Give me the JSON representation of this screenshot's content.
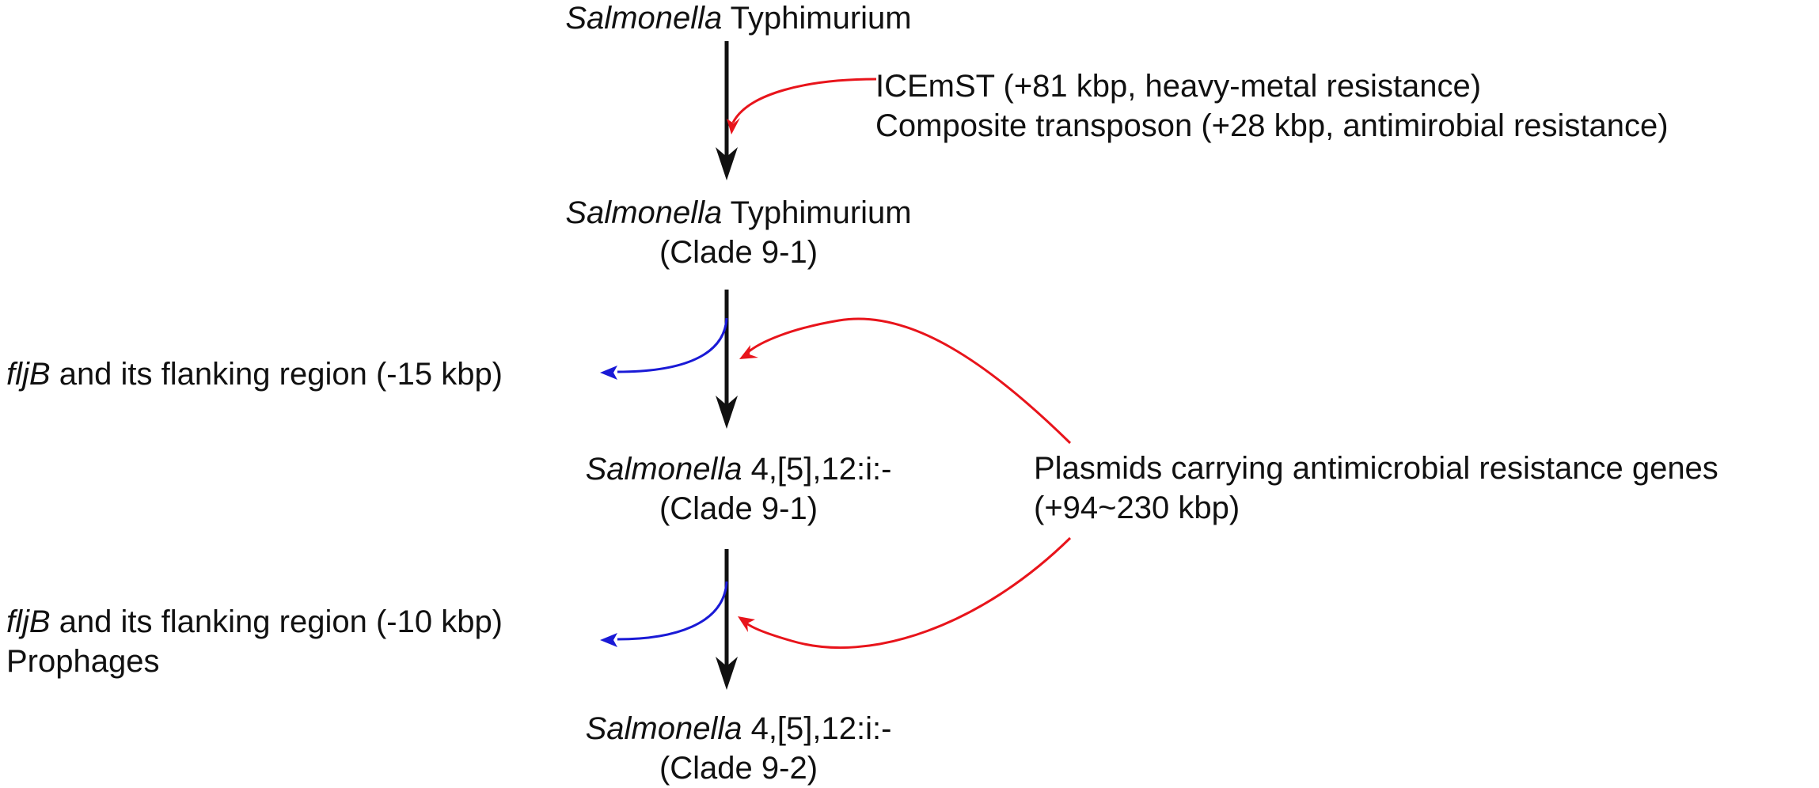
{
  "strains": [
    {
      "italic": "Salmonella",
      "rest": " Typhimurium",
      "clade": ""
    },
    {
      "italic": "Salmonella",
      "rest": " Typhimurium",
      "clade": "(Clade 9-1)"
    },
    {
      "italic": "Salmonella",
      "rest": " 4,[5],12:i:-",
      "clade": "(Clade 9-1)"
    },
    {
      "italic": "Salmonella",
      "rest": " 4,[5],12:i:-",
      "clade": "(Clade 9-2)"
    }
  ],
  "gains": {
    "step1": [
      "ICEmST (+81 kbp, heavy-metal resistance)",
      "Composite transposon (+28 kbp, antimirobial resistance)"
    ],
    "plasmids": [
      "Plasmids carrying antimicrobial resistance genes",
      "(+94~230 kbp)"
    ]
  },
  "losses": {
    "step2": {
      "italic": "fljB",
      "rest": " and its flanking region (-15 kbp)"
    },
    "step3": {
      "italic": "fljB",
      "rest": " and its flanking region (-10 kbp)",
      "extra": "Prophages"
    }
  },
  "colors": {
    "main": "#111111",
    "gain": "#e8141b",
    "loss": "#1a1ad6"
  }
}
